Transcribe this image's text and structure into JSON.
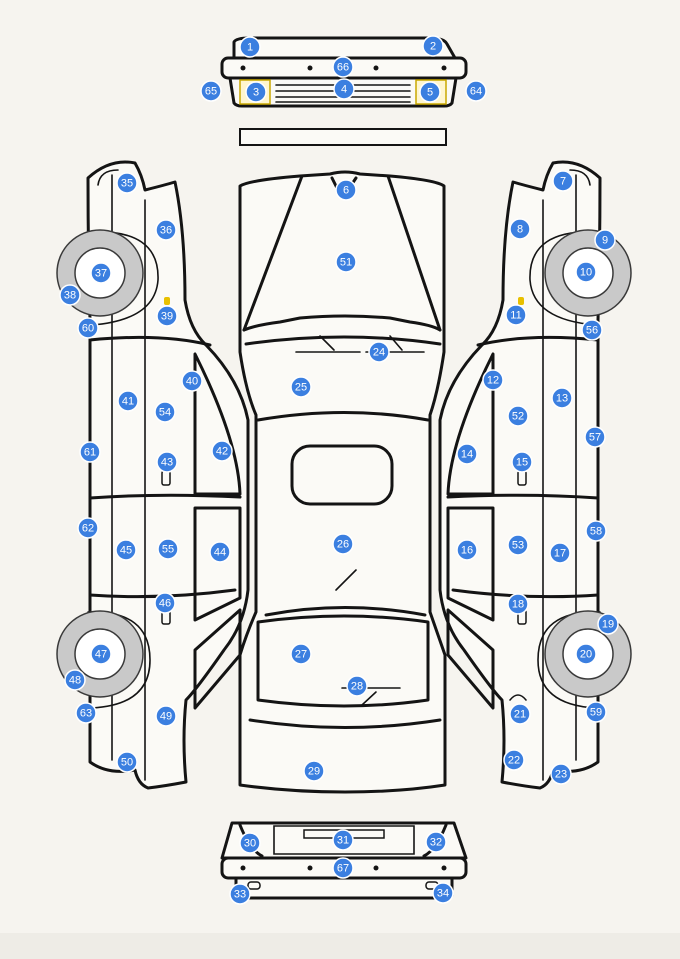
{
  "diagram": {
    "title": "",
    "colors": {
      "badge": "#3b7fe0",
      "outline": "#141414",
      "tire": "#c9c9c9",
      "background": "#f6f4ef",
      "light": "#e8c000"
    },
    "labels": [
      "1",
      "2",
      "3",
      "4",
      "5",
      "6",
      "7",
      "8",
      "9",
      "10",
      "11",
      "12",
      "13",
      "14",
      "15",
      "16",
      "17",
      "18",
      "19",
      "20",
      "21",
      "22",
      "23",
      "24",
      "25",
      "26",
      "27",
      "28",
      "29",
      "30",
      "31",
      "32",
      "33",
      "34",
      "35",
      "36",
      "37",
      "38",
      "39",
      "40",
      "41",
      "42",
      "43",
      "44",
      "45",
      "46",
      "47",
      "48",
      "49",
      "50",
      "51",
      "52",
      "53",
      "54",
      "55",
      "56",
      "57",
      "58",
      "59",
      "60",
      "61",
      "62",
      "63",
      "64",
      "65",
      "66",
      "67"
    ]
  }
}
